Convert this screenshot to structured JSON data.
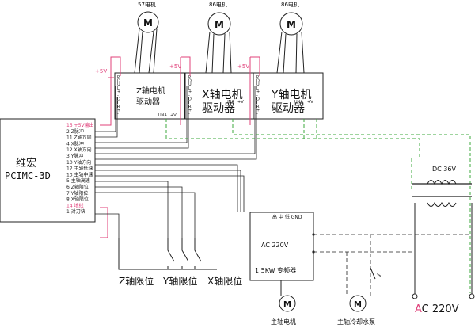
{
  "controller": {
    "title_line1": "维宏",
    "title_line2": "PCIMC-3D",
    "pins": [
      {
        "num": "15",
        "label": "+5V输出",
        "color": "#e0407a"
      },
      {
        "num": "2",
        "label": "Z脉冲",
        "color": "#222222"
      },
      {
        "num": "11",
        "label": "Z轴方向",
        "color": "#222222"
      },
      {
        "num": "4",
        "label": "X脉冲",
        "color": "#222222"
      },
      {
        "num": "12",
        "label": "X轴方向",
        "color": "#222222"
      },
      {
        "num": "3",
        "label": "Y脉冲",
        "color": "#222222"
      },
      {
        "num": "10",
        "label": "Y轴方向",
        "color": "#222222"
      },
      {
        "num": "12",
        "label": "主轴低速",
        "color": "#222222"
      },
      {
        "num": "13",
        "label": "主轴中速",
        "color": "#222222"
      },
      {
        "num": "5",
        "label": "主轴高速",
        "color": "#222222"
      },
      {
        "num": "6",
        "label": "Z轴限位",
        "color": "#222222"
      },
      {
        "num": "7",
        "label": "Y轴限位",
        "color": "#222222"
      },
      {
        "num": "8",
        "label": "X轴限位",
        "color": "#222222"
      },
      {
        "num": "14",
        "label": "地线",
        "color": "#e0407a"
      },
      {
        "num": "1",
        "label": "对刀块",
        "color": "#222222"
      }
    ]
  },
  "motors": {
    "z_label": "57电机",
    "x_label": "86电机",
    "y_label": "86电机"
  },
  "drivers": {
    "z": {
      "title1": "Z轴电机",
      "title2": "驱动器"
    },
    "x": {
      "title1": "X轴电机",
      "title2": "驱动器"
    },
    "y": {
      "title1": "Y轴电机",
      "title2": "驱动器"
    },
    "pin_letters": [
      "P",
      "D",
      "U",
      "L",
      "+",
      "-",
      "D",
      "I",
      "R",
      "+",
      "-"
    ],
    "bottom_pins": [
      "UNA",
      "+V"
    ],
    "plus5v": "+5V"
  },
  "limits": {
    "z": "Z轴限位",
    "y": "Y轴限位",
    "x": "X轴限位"
  },
  "inverter": {
    "top": "高 中 低 GND",
    "ac": "AC  220V",
    "name": "1.5KW  变频器",
    "switch_label": "S"
  },
  "power": {
    "dc": "DC  36V",
    "ac": "AC  220V",
    "ac_first_letter_color": "#e0407a"
  },
  "bottom_motors": {
    "motor_symbol": "M",
    "spindle": "主轴电机",
    "pump": "主轴冷却水泵"
  },
  "colors": {
    "pink": "#e0407a",
    "green": "#3caa3c",
    "line": "#222222"
  }
}
